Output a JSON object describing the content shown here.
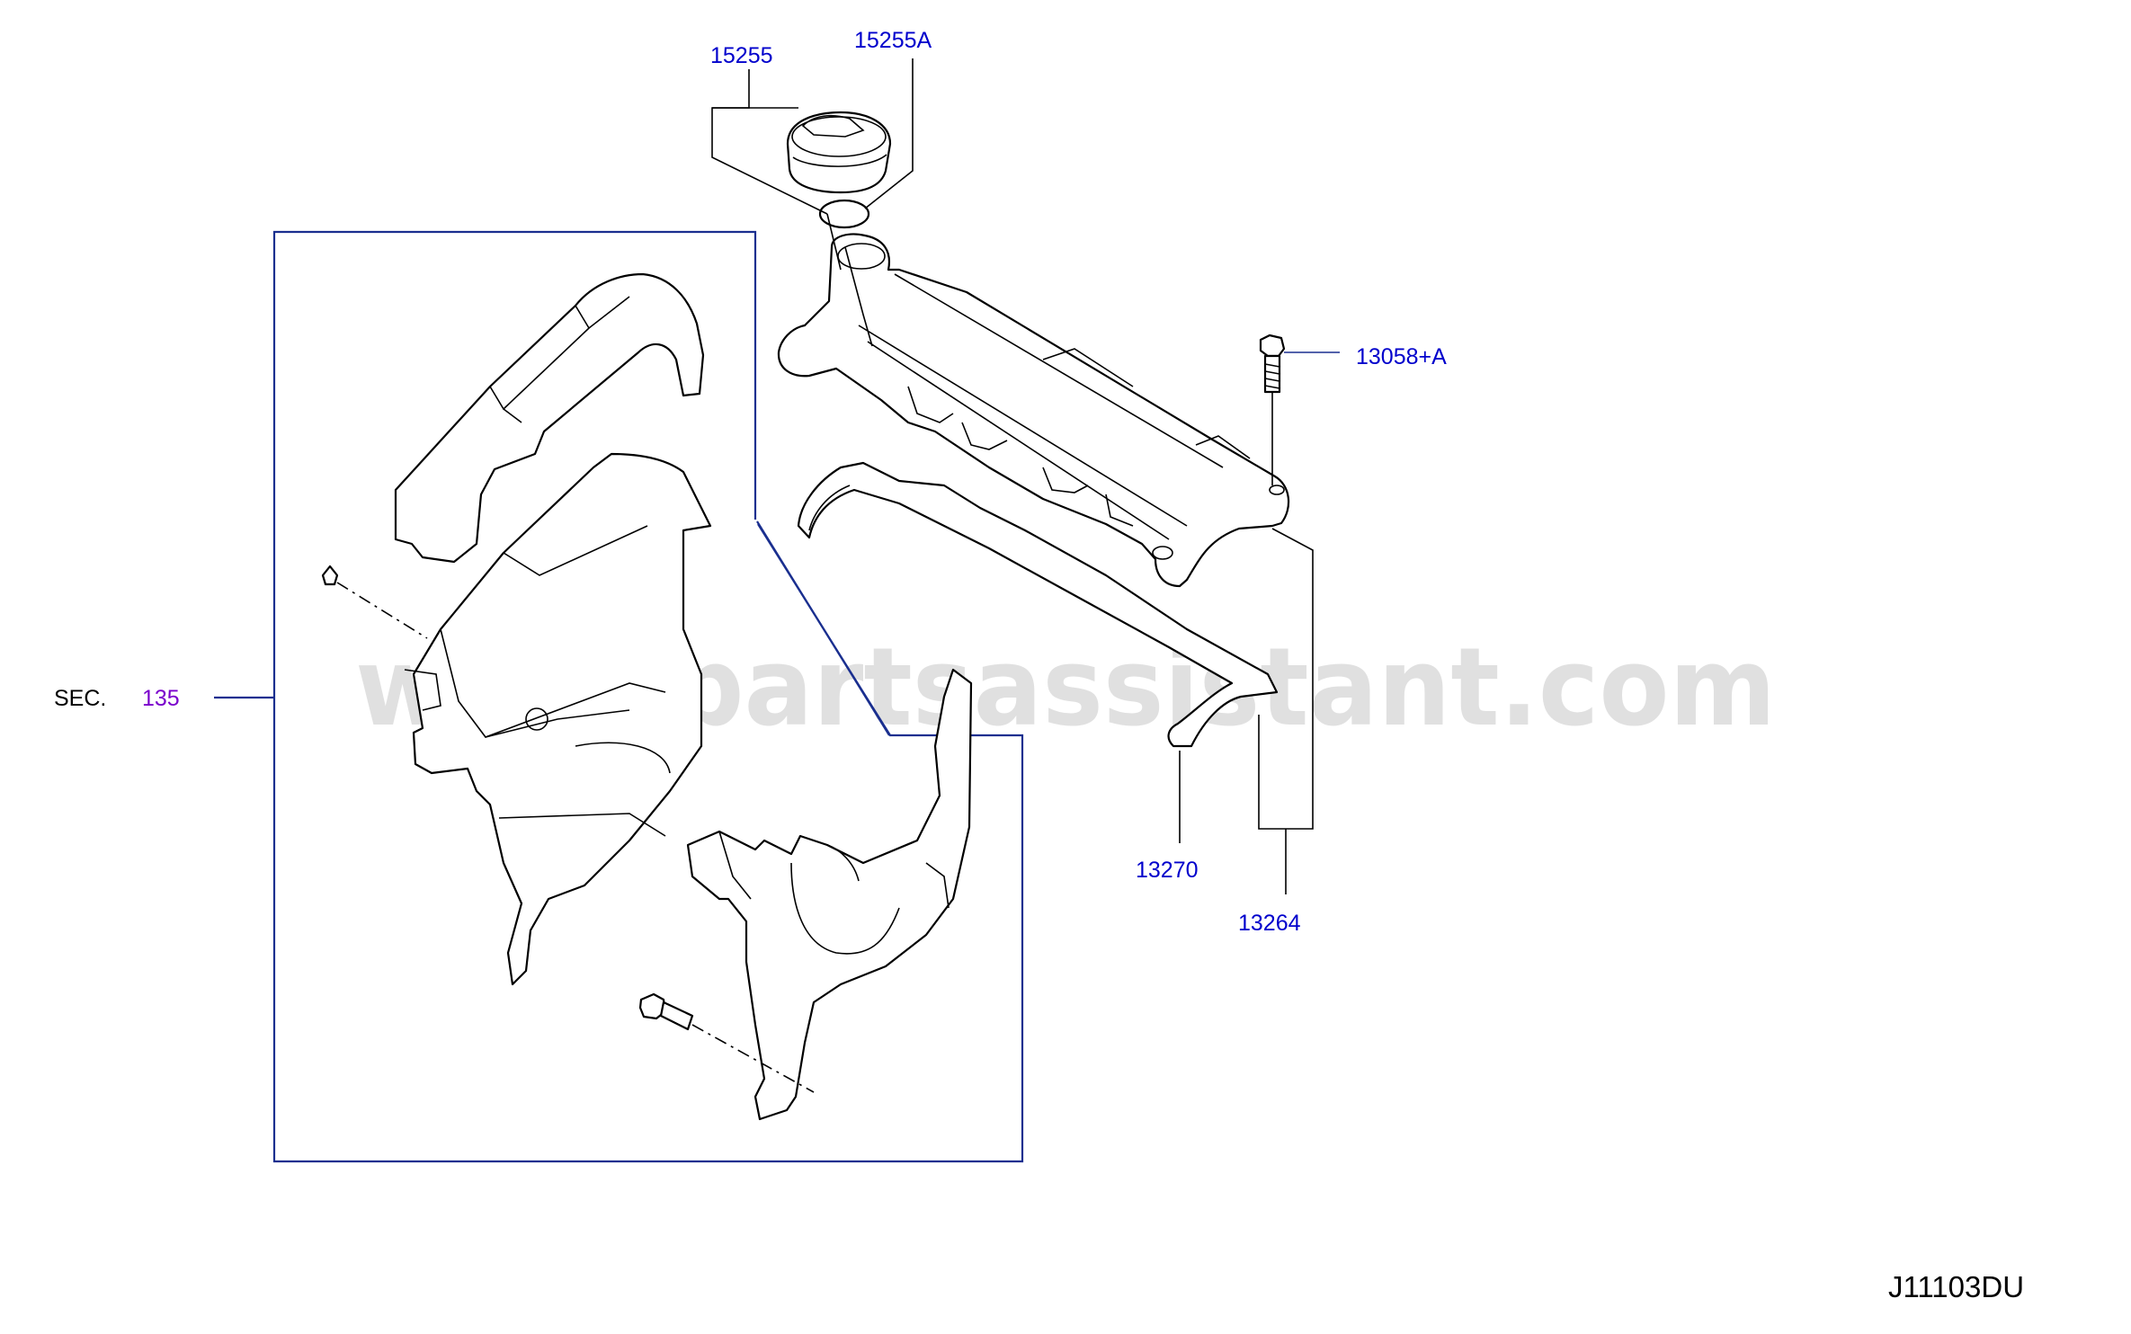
{
  "colors": {
    "callout": "#0000cc",
    "section_ref": "#7a00cc",
    "bracket": "#1a2f8f",
    "line": "#000000"
  },
  "watermark": "www.partsassistant.com",
  "diagram_code": "J11103DU",
  "section": {
    "label": "SEC.",
    "number": "135"
  },
  "callouts": {
    "p15255": "15255",
    "p15255A": "15255A",
    "p13058A": "13058+A",
    "p13270": "13270",
    "p13264": "13264"
  }
}
